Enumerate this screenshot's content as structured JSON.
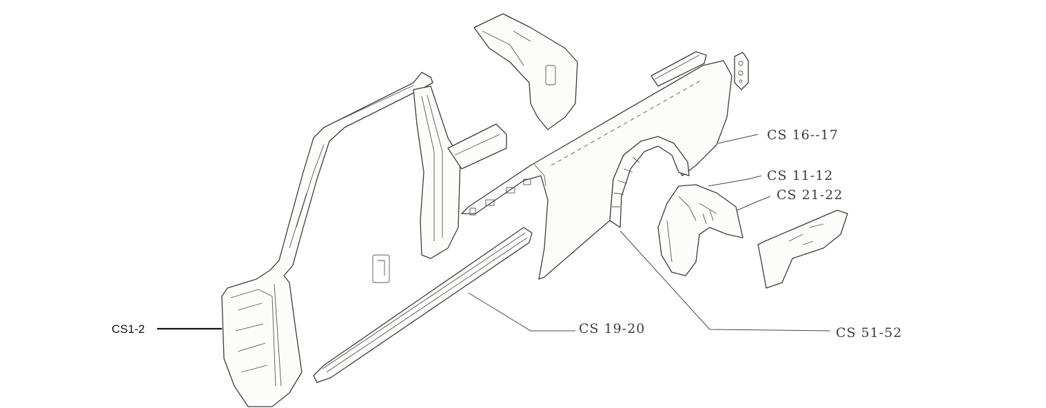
{
  "labels": {
    "cs1_2": "CS1-2",
    "cs19_20": "CS 19-20",
    "cs51_52": "CS 51-52",
    "cs16_17": "CS 16--17",
    "cs11_12": "CS 11-12",
    "cs21_22": "CS 21-22"
  }
}
